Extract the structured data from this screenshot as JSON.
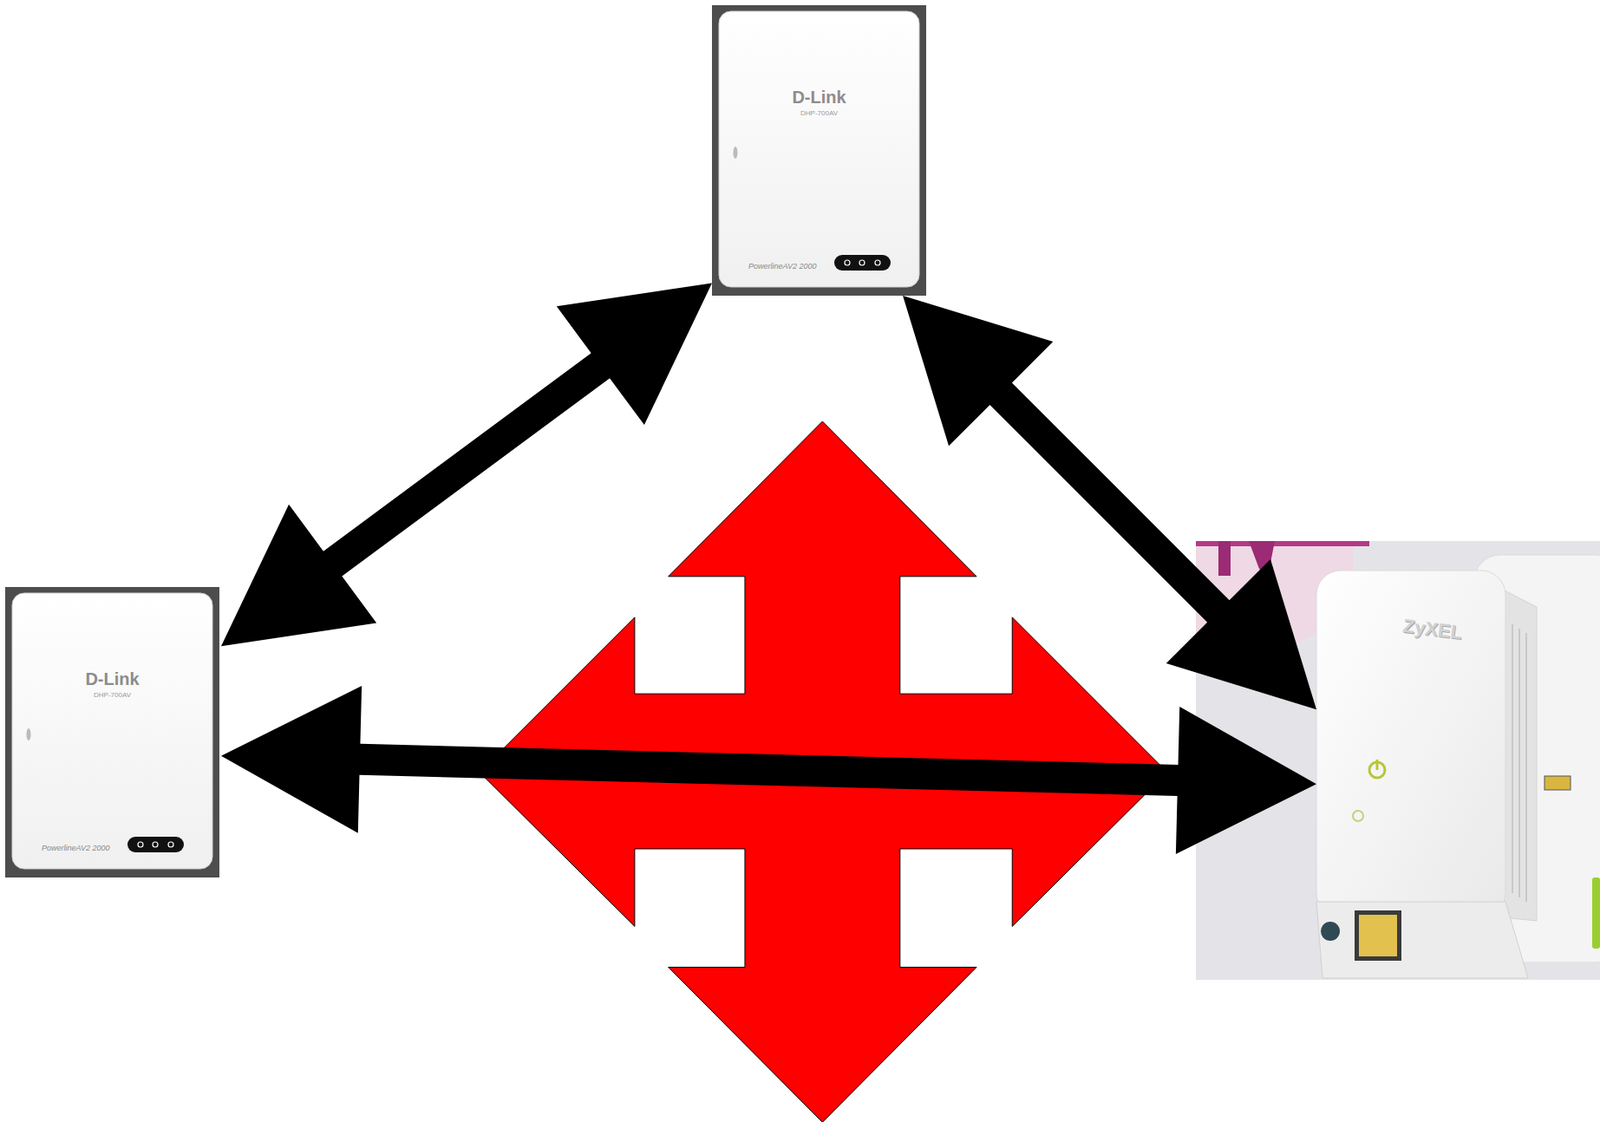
{
  "diagram": {
    "nodes": [
      {
        "text": [
          "D-Link",
          "DHP-700AV",
          "PowerlineAV2 2000"
        ]
      },
      {
        "text": [
          "D-Link",
          "DHP-700AV",
          "PowerlineAV2 2000"
        ]
      },
      {
        "text": [
          "ZyXEL"
        ]
      }
    ],
    "edges": [
      {
        "from": 0,
        "to": 1,
        "arrow": "both"
      },
      {
        "from": 0,
        "to": 2,
        "arrow": "both"
      },
      {
        "from": 1,
        "to": 2,
        "arrow": "both"
      }
    ]
  }
}
